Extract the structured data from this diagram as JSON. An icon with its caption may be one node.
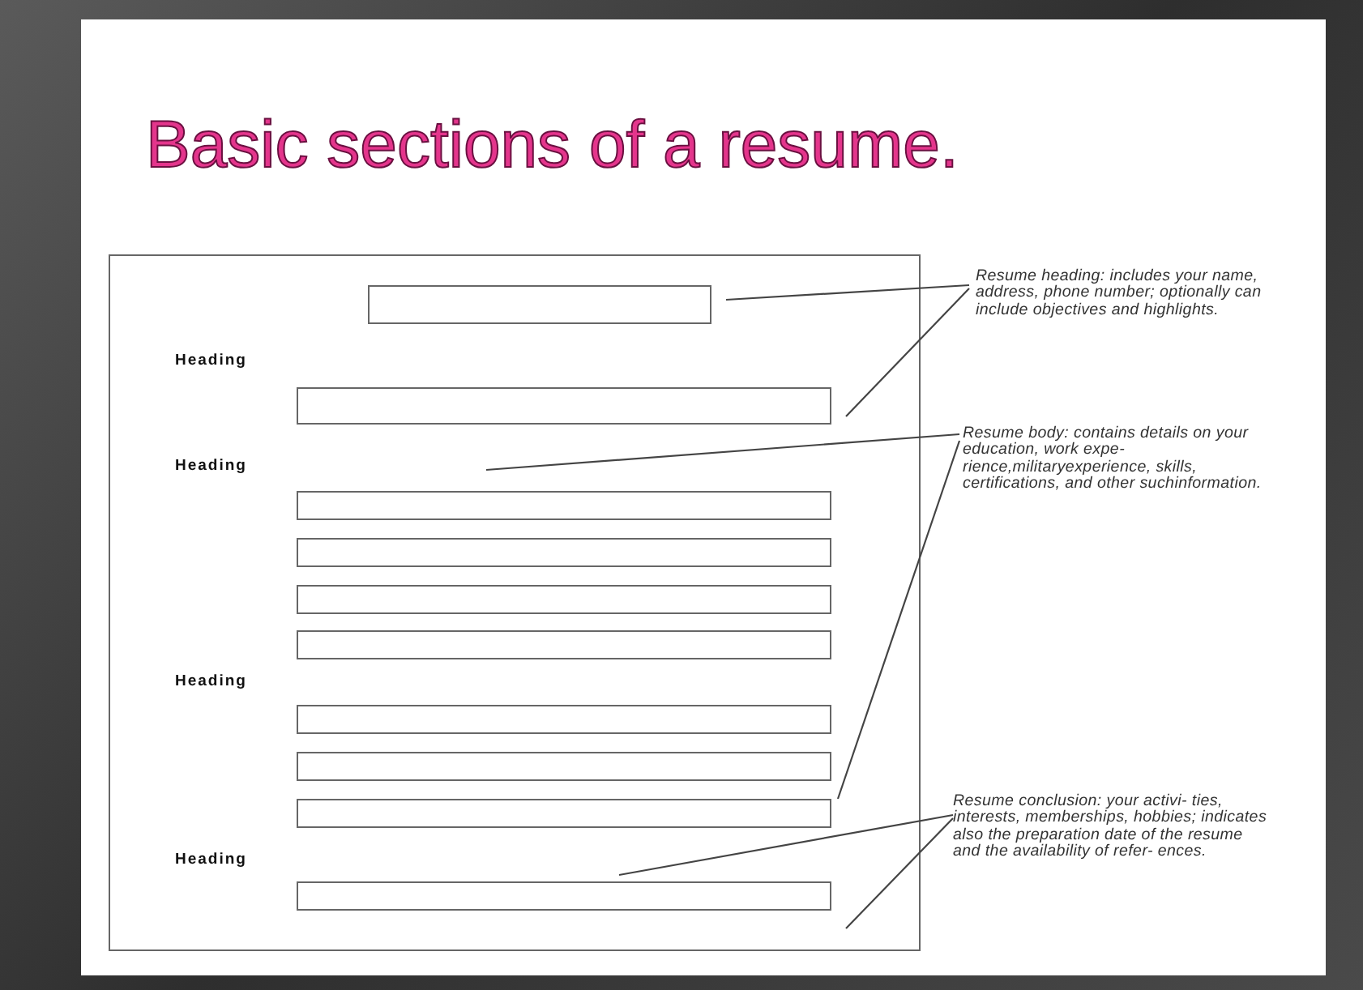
{
  "diagram": {
    "title": "Basic sections of a resume.",
    "nodes": [
      {
        "text": [],
        "shape": "box"
      },
      {
        "text": [],
        "shape": "box",
        "in": 0
      },
      {
        "text": [],
        "shape": "box",
        "in": 0
      },
      {
        "text": [],
        "shape": "box",
        "in": 0
      },
      {
        "text": [],
        "shape": "box",
        "in": 0
      },
      {
        "text": [],
        "shape": "box",
        "in": 0
      },
      {
        "text": [],
        "shape": "box",
        "in": 0
      },
      {
        "text": [],
        "shape": "box",
        "in": 0
      },
      {
        "text": [],
        "shape": "box",
        "in": 0
      },
      {
        "text": [],
        "shape": "box",
        "in": 0
      },
      {
        "text": [],
        "shape": "box",
        "in": 0
      },
      {
        "text": [
          "Resume heading: includes your name, address, phone number; optionally can include objectives and highlights."
        ]
      },
      {
        "text": [
          "Resume body: contains details on your education, work expe- rience,militaryexperience, skills, certifications, and other suchinformation."
        ]
      },
      {
        "text": [
          "Resume conclusion: your activi- ties, interests, memberships, hobbies; indicates also the preparation date of the resume and the availability of refer- ences."
        ]
      }
    ],
    "edges": [
      {
        "from": 11,
        "to": 1,
        "arrow": "none"
      },
      {
        "from": 11,
        "to": 2,
        "arrow": "none"
      },
      {
        "from": 12,
        "to": null,
        "arrow": "none"
      },
      {
        "from": 12,
        "to": 9,
        "arrow": "none"
      },
      {
        "from": 13,
        "to": 10,
        "arrow": "none"
      },
      {
        "from": 13,
        "to": null,
        "arrow": "none"
      }
    ],
    "labels": [
      "Heading",
      "Heading",
      "Heading",
      "Heading"
    ]
  }
}
